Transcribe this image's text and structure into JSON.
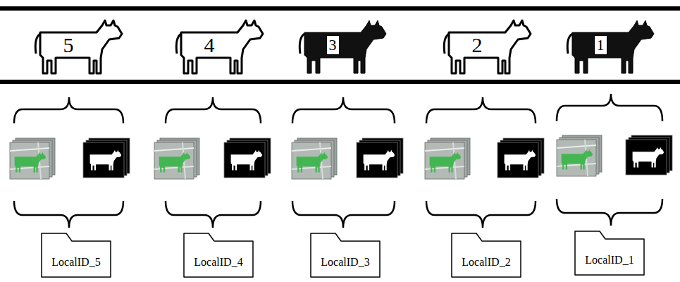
{
  "diagram": {
    "nodes": [
      {
        "text": [
          "5"
        ]
      },
      {
        "text": [
          "4"
        ]
      },
      {
        "text": [
          "3"
        ]
      },
      {
        "text": [
          "2"
        ]
      },
      {
        "text": [
          "1"
        ]
      },
      {
        "text": [
          "LocalID_5"
        ]
      },
      {
        "text": [
          "LocalID_4"
        ]
      },
      {
        "text": [
          "LocalID_3"
        ]
      },
      {
        "text": [
          "LocalID_2"
        ]
      },
      {
        "text": [
          "LocalID_1"
        ]
      }
    ]
  }
}
